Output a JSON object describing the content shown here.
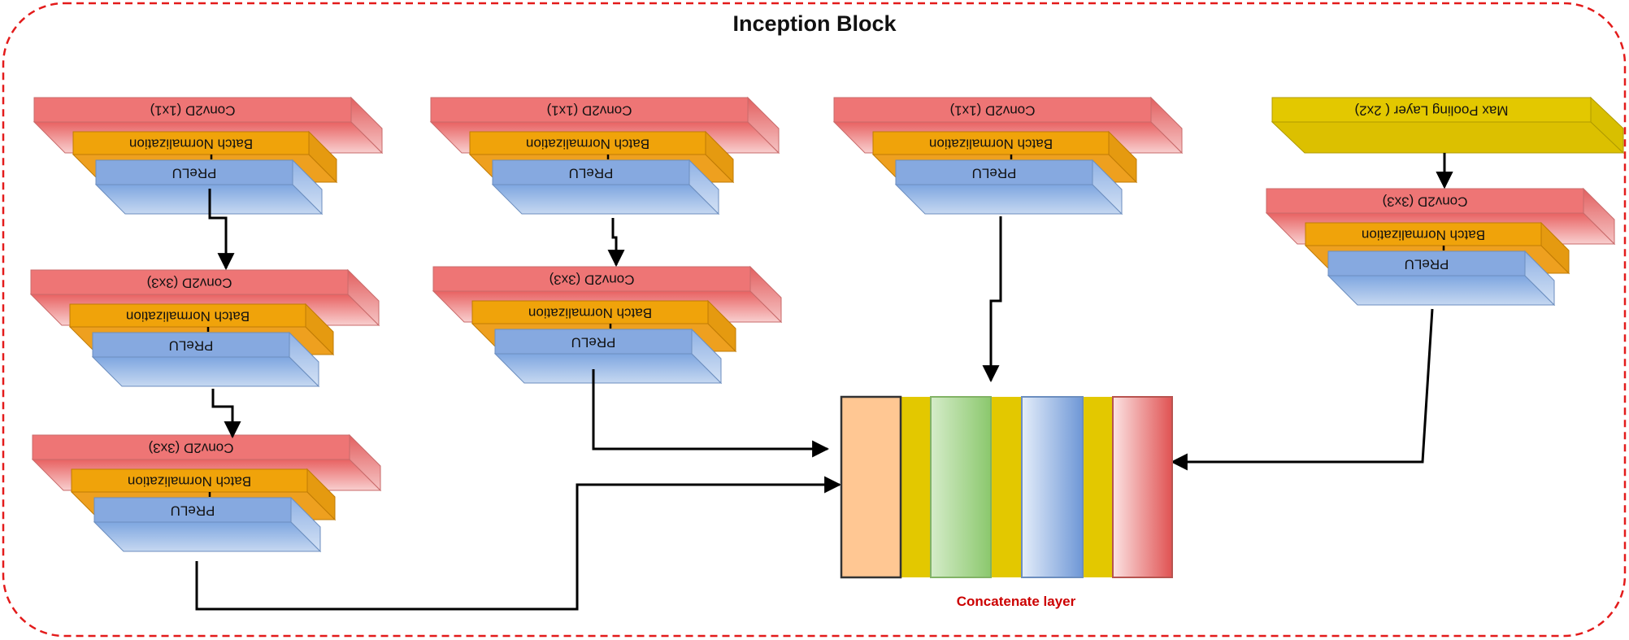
{
  "title": "Inception Block",
  "concat_label": "Concatenate layer",
  "layer_labels": {
    "conv1x1": "Conv2D (1x1)",
    "conv3x3": "Conv2D (3x3)",
    "batchnorm": "Batch Normalization",
    "prelu": "PReLU",
    "maxpool": "Max Pooling Layer ( 2x2)"
  },
  "colors": {
    "border": "#e31b1b",
    "conv": "#ea6b6b",
    "batchnorm": "#f0a30a",
    "prelu": "#7ea6e0",
    "maxpool": "#e3c800",
    "concat_label": "#cc0000"
  },
  "branches": [
    {
      "name": "branch-1",
      "layers": [
        "conv1x1",
        "conv3x3",
        "conv3x3"
      ]
    },
    {
      "name": "branch-2",
      "layers": [
        "conv1x1",
        "conv3x3"
      ]
    },
    {
      "name": "branch-3",
      "layers": [
        "conv1x1"
      ]
    },
    {
      "name": "branch-4",
      "layers": [
        "maxpool",
        "conv3x3"
      ]
    }
  ],
  "concat_segments": [
    "orange",
    "green",
    "blue",
    "red"
  ]
}
